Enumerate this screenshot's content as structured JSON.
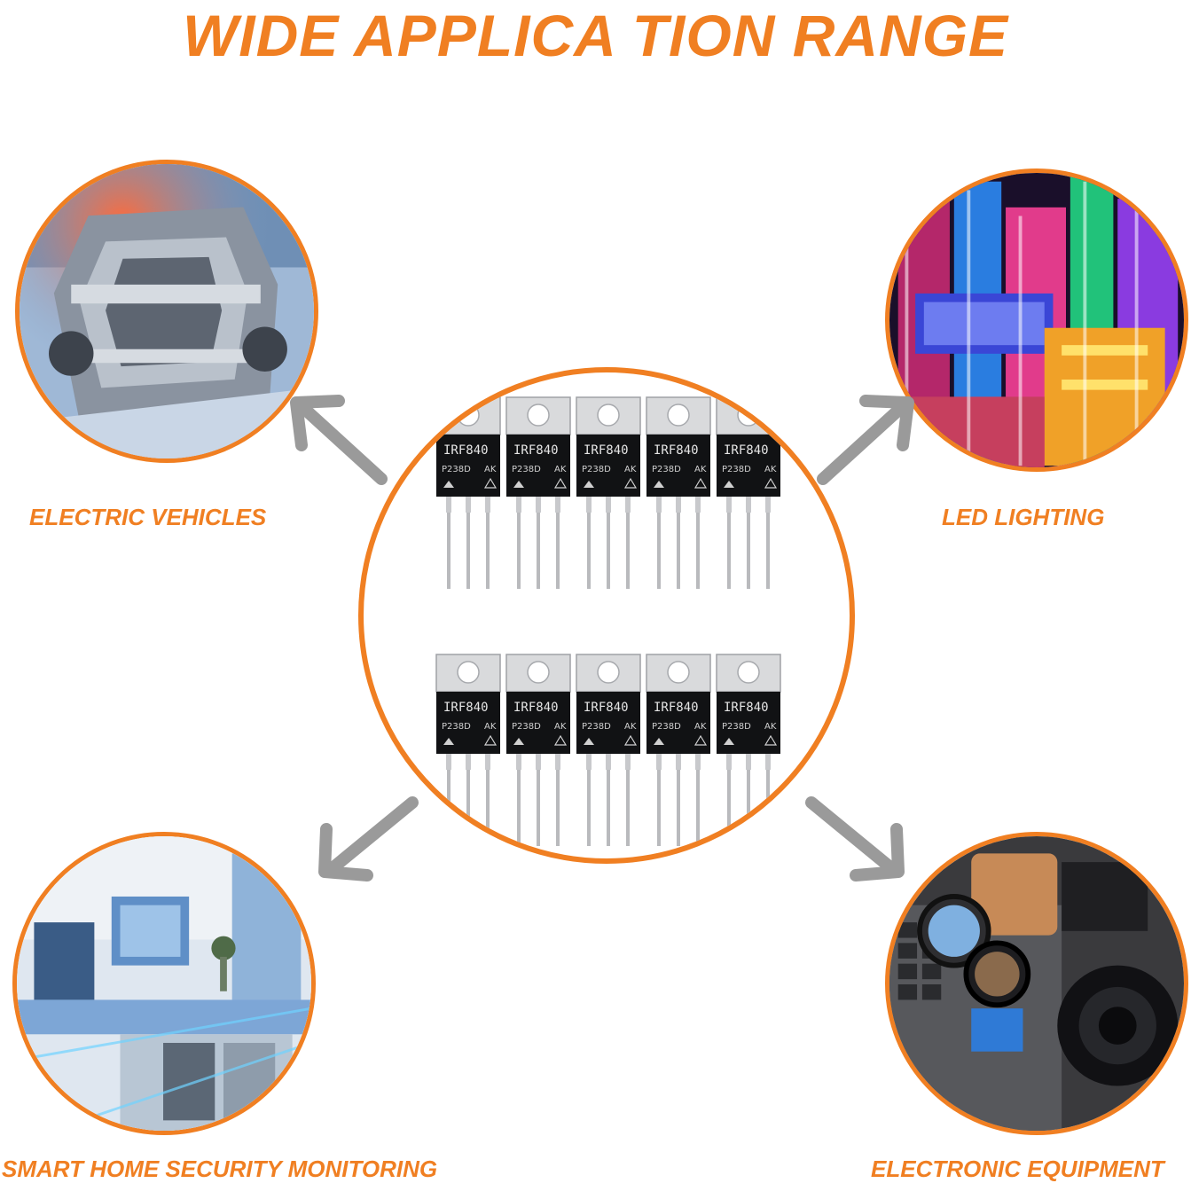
{
  "title": "WIDE APPLICA TION RANGE",
  "applications": {
    "ev": "ELECTRIC VEHICLES",
    "led": "LED LIGHTING",
    "home": "SMART HOME SECURITY MONITORING",
    "electronic": "ELECTRONIC EQUIPMENT"
  },
  "component": {
    "part_number": "IRF840",
    "lot_code": "P238D",
    "marking": "AK",
    "rows": 2,
    "per_row": 5
  },
  "colors": {
    "accent": "#f07f22",
    "arrow": "#9a9a9a"
  }
}
